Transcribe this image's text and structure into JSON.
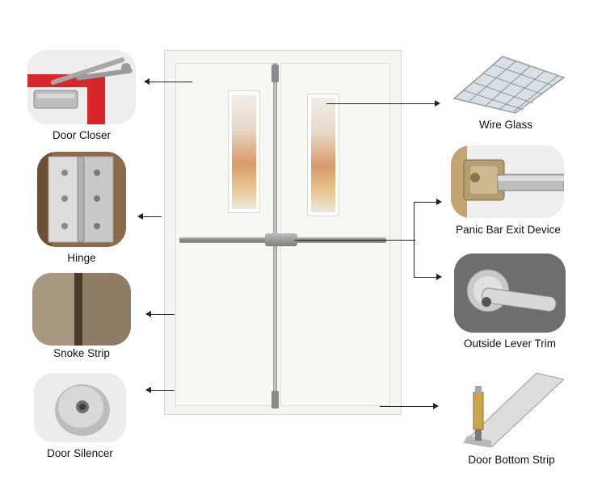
{
  "labels": {
    "door_closer": "Door Closer",
    "hinge": "Hinge",
    "smoke_strip": "Snoke Strip",
    "door_silencer": "Door Silencer",
    "wire_glass": "Wire Glass",
    "panic_bar": "Panic Bar Exit Device",
    "outside_lever": "Outside Lever Trim",
    "door_bottom_strip": "Door Bottom Strip"
  },
  "colors": {
    "closer_red": "#d9262a",
    "door_white": "#f7f7f5",
    "metal": "#a8a8a8",
    "glass_warm": "#d89a6a"
  }
}
